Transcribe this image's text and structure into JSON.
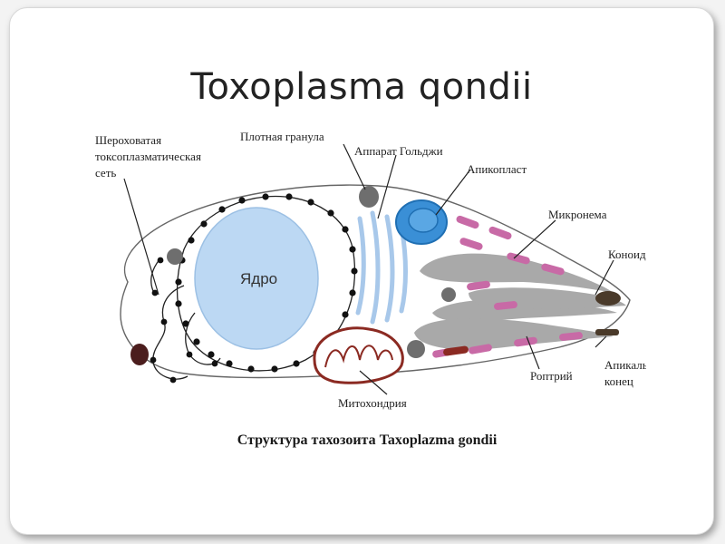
{
  "slide": {
    "title": "Toxoplasma qondii"
  },
  "diagram": {
    "labels": {
      "rough_er_line1": "Шероховатая",
      "rough_er_line2": "токсоплазматическая",
      "rough_er_line3": "сеть",
      "dense_granule": "Плотная гранула",
      "golgi": "Аппарат Гольджи",
      "apicoplast": "Апикопласт",
      "microneme": "Микронема",
      "conoid": "Коноид",
      "apical_end_line1": "Апикальный",
      "apical_end_line2": "конец",
      "rhoptry": "Роптрий",
      "mitochondrion": "Митохондрия",
      "nucleus": "Ядро"
    },
    "caption": "Структура тахозоита Taxoplazma gondii",
    "colors": {
      "nucleus_fill": "#bcd8f3",
      "apicoplast_fill": "#3a8fd6",
      "mitochondrion": "#8b2a22",
      "micronemes": "#c86aa6",
      "rhoptries": "#a9a9a9",
      "er_beads": "#111111",
      "granules": "#6e6e6e",
      "conoid": "#4a3a2a"
    }
  }
}
